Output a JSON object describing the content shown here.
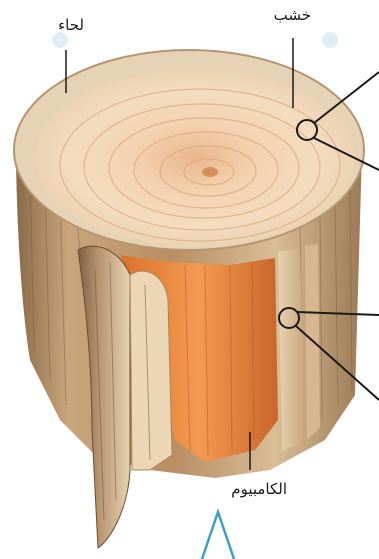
{
  "labels": {
    "bark": "لحاء",
    "wood": "خشب",
    "cambium": "الكامبيوم"
  },
  "colors": {
    "bark_light": "#e6d2b4",
    "bark_mid": "#c9a57c",
    "bark_dark": "#7a5a3c",
    "wood_top": "#f1c9a0",
    "ring_line": "#d9a57a",
    "cambium": "#e8843c",
    "leader": "#1a1a1a",
    "pointer": "#3aa0c8",
    "watermark": "#e87a2a"
  },
  "icons": [
    "magnify-circle-icon",
    "pointer-arrow-icon"
  ]
}
